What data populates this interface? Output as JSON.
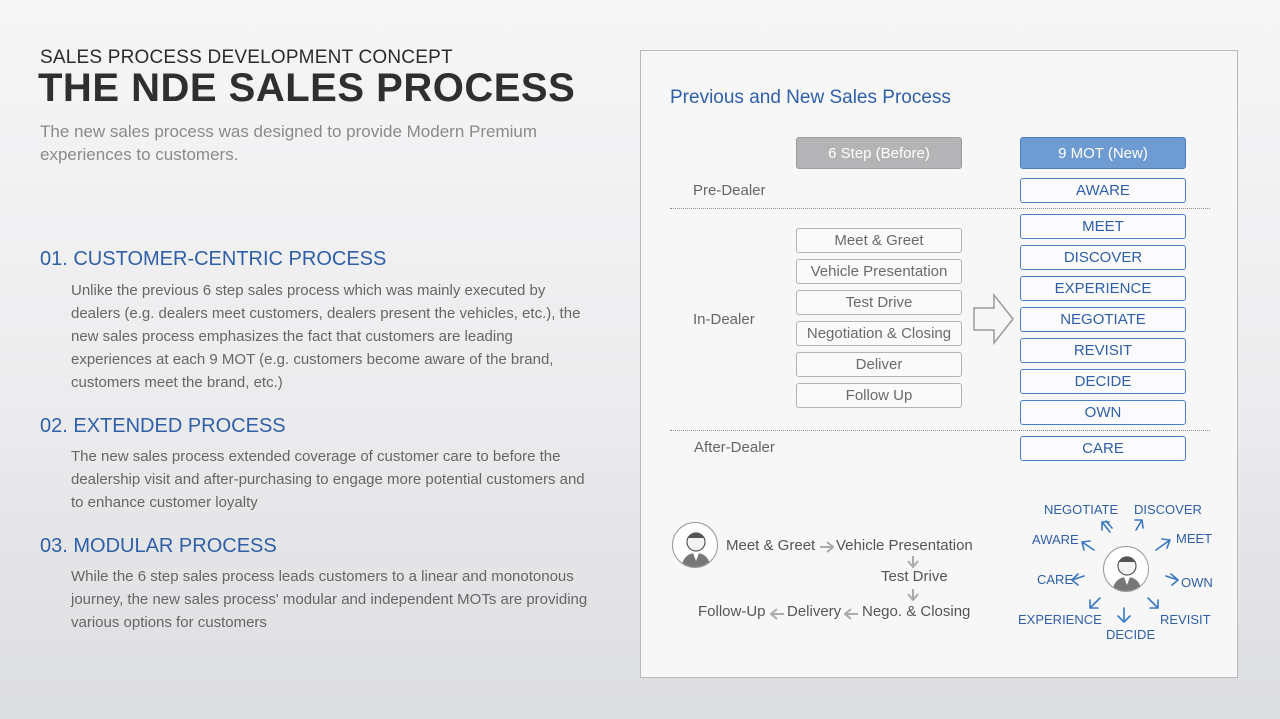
{
  "header": {
    "kicker": "SALES PROCESS DEVELOPMENT CONCEPT",
    "title": "THE NDE SALES PROCESS",
    "subtitle": "The new sales process was designed to provide Modern Premium experiences to customers."
  },
  "sections": [
    {
      "title": "01. CUSTOMER-CENTRIC PROCESS",
      "body": "Unlike the previous 6 step sales process which was mainly executed by dealers (e.g. dealers meet customers, dealers present the vehicles, etc.), the new sales process emphasizes the fact that customers are leading experiences at each 9 MOT (e.g. customers become aware of the brand, customers meet the brand, etc.)"
    },
    {
      "title": "02. EXTENDED PROCESS",
      "body": "The new sales process extended coverage of customer care to before the dealership visit and after-purchasing to engage more potential customers and to enhance customer loyalty"
    },
    {
      "title": "03. MODULAR PROCESS",
      "body": "While the 6 step sales process leads customers to a linear and monotonous journey, the new sales process' modular and independent MOTs are providing various options for customers"
    }
  ],
  "panel": {
    "title": "Previous and New Sales Process",
    "col_before": "6 Step (Before)",
    "col_new": "9 MOT (New)",
    "phases": [
      "Pre-Dealer",
      "In-Dealer",
      "After-Dealer"
    ],
    "steps_before": [
      "Meet & Greet",
      "Vehicle Presentation",
      "Test Drive",
      "Negotiation & Closing",
      "Deliver",
      "Follow Up"
    ],
    "mots": [
      "AWARE",
      "MEET",
      "DISCOVER",
      "EXPERIENCE",
      "NEGOTIATE",
      "REVISIT",
      "DECIDE",
      "OWN",
      "CARE"
    ],
    "colors": {
      "accent": "#2f5fa7",
      "header_new": "#6f9bd3",
      "header_before": "#b4b4b6"
    }
  },
  "linear_flow": {
    "meet": "Meet & Greet",
    "vehicle": "Vehicle Presentation",
    "test": "Test Drive",
    "nego": "Nego. & Closing",
    "delivery": "Delivery",
    "follow": "Follow-Up"
  },
  "cycle": {
    "negotiate": "NEGOTIATE",
    "discover": "DISCOVER",
    "aware": "AWARE",
    "meet": "MEET",
    "care": "CARE",
    "own": "OWN",
    "experience": "EXPERIENCE",
    "revisit": "REVISIT",
    "decide": "DECIDE"
  },
  "icons": [
    "customer-avatar-icon",
    "big-right-arrow-icon",
    "flow-arrow-icon",
    "cycle-arrow-icon"
  ]
}
